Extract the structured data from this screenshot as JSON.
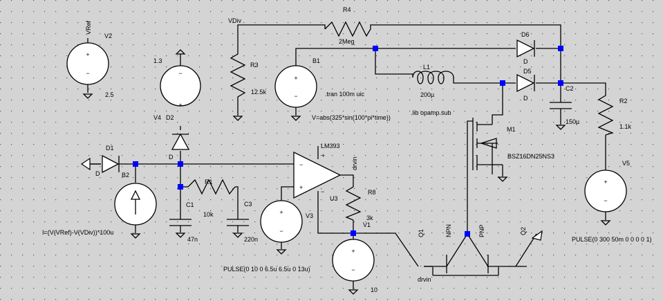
{
  "netlabels": {
    "vdiv": "VDiv",
    "vref": "VRef",
    "d_net": "D",
    "drvin_top": "drvin",
    "drvin_bottom": "drvin"
  },
  "components": {
    "V2": {
      "name": "V2",
      "value": "2.5"
    },
    "V4": {
      "name": "V4",
      "value": "1.3"
    },
    "D2": {
      "name": "D2"
    },
    "R3": {
      "name": "R3",
      "value": "12.5k"
    },
    "B1": {
      "name": "B1",
      "expr": "V=abs(325*sin(100*pi*time))"
    },
    "R4": {
      "name": "R4",
      "value": "2Meg"
    },
    "D6": {
      "name": "D6",
      "model": "D"
    },
    "D5": {
      "name": "D5",
      "model": "D"
    },
    "L1": {
      "name": "L1",
      "value": "200µ"
    },
    "C2": {
      "name": "C2",
      "value": "150µ"
    },
    "R2": {
      "name": "R2",
      "value": "1.1k"
    },
    "V5": {
      "name": "V5",
      "expr": "PULSE(0 300 50m 0 0 0 0 1)"
    },
    "M1": {
      "name": "M1",
      "model": "BSZ16DN25NS3"
    },
    "D1": {
      "name": "D1",
      "model": "D"
    },
    "B2": {
      "name": "B2",
      "expr": "I=(V(VRef)-V(VDiv))*100u"
    },
    "C1": {
      "name": "C1",
      "value": "47n"
    },
    "R1": {
      "name": "R1",
      "value": "10k"
    },
    "C3": {
      "name": "C3",
      "value": "220n"
    },
    "U3": {
      "name": "U3",
      "model": "LM393"
    },
    "R8": {
      "name": "R8",
      "value": "3k"
    },
    "V3": {
      "name": "V3",
      "expr": "PULSE(0 10 0 6.5u 6.5u 0 13u)"
    },
    "V1": {
      "name": "V1",
      "value": "10"
    },
    "Q1": {
      "name": "Q1",
      "type": "NPN"
    },
    "Q2": {
      "name": "Q2",
      "type": "PNP"
    }
  },
  "directives": {
    "tran": ".tran 100m uic",
    "lib": ".lib opamp.sub"
  }
}
